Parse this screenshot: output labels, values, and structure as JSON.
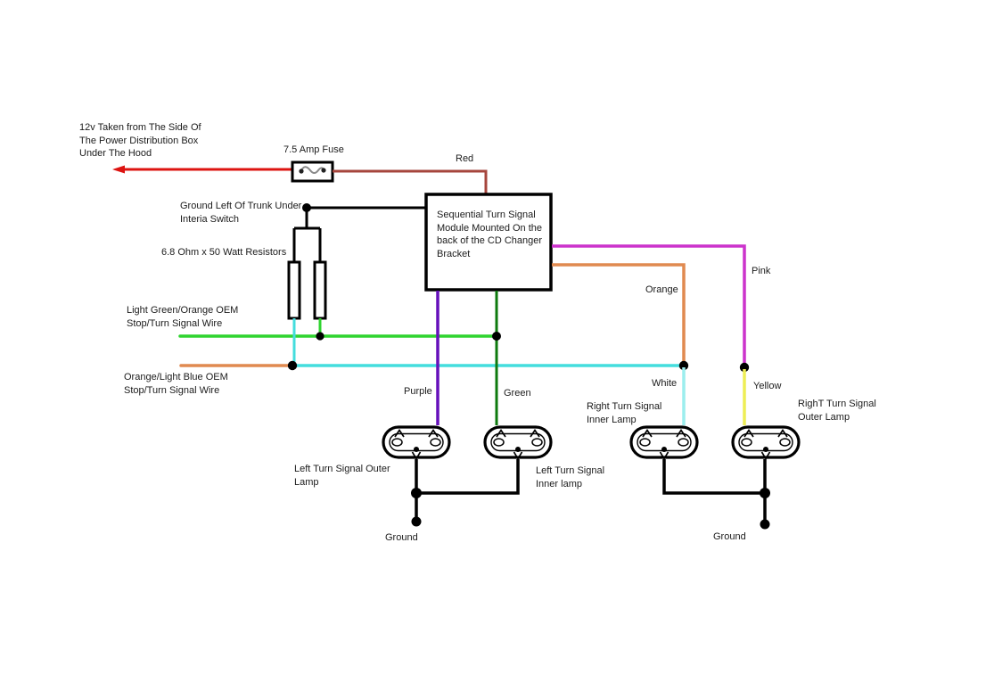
{
  "colors": {
    "red": "#dd1411",
    "dark_red": "#a6453c",
    "black": "#000000",
    "light_green": "#2fd42f",
    "dark_green": "#0e7a0e",
    "cyan": "#44dddd",
    "white_wire": "#9ceeee",
    "orange": "#e08a50",
    "pink": "#cc33cc",
    "yellow": "#eeee55",
    "purple": "#6611bb",
    "fuse_element": "#8a8a8a"
  },
  "labels": {
    "power_source": [
      "12v Taken from The Side Of",
      "The Power Distribution Box",
      "Under The Hood"
    ],
    "fuse": "7.5 Amp Fuse",
    "module": [
      "Sequential Turn Signal",
      "Module Mounted On the",
      "back of the CD Changer",
      "Bracket"
    ],
    "ground_trunk": [
      "Ground Left Of Trunk Under",
      "Interia Switch"
    ],
    "resistors": "6.8 Ohm x 50 Watt Resistors",
    "oem_green": [
      "Light Green/Orange OEM",
      "Stop/Turn Signal Wire"
    ],
    "oem_orange": [
      "Orange/Light Blue OEM",
      "Stop/Turn Signal Wire"
    ],
    "wire_red": "Red",
    "wire_purple": "Purple",
    "wire_green": "Green",
    "wire_orange": "Orange",
    "wire_pink": "Pink",
    "wire_white": "White",
    "wire_yellow": "Yellow",
    "lamp_left_outer": [
      "Left Turn Signal Outer",
      "Lamp"
    ],
    "lamp_left_inner": [
      "Left Turn Signal",
      "Inner lamp"
    ],
    "lamp_right_inner": [
      "Right Turn Signal",
      "Inner Lamp"
    ],
    "lamp_right_outer": [
      "RighT Turn Signal",
      "Outer Lamp"
    ],
    "ground_left": "Ground",
    "ground_right": "Ground"
  }
}
